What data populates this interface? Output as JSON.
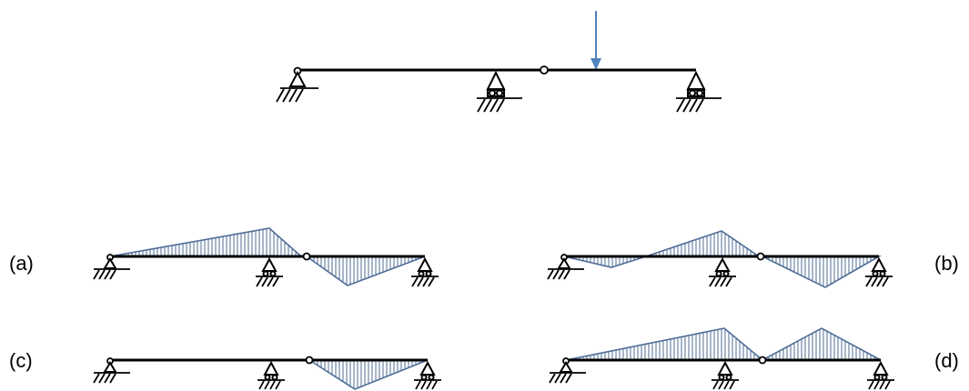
{
  "colors": {
    "load_arrow": "#4f81bd",
    "diagram_fill": "#b8cbe2",
    "diagram_outline": "#4f6d96",
    "beam": "#000000"
  },
  "labels": {
    "a": "(a)",
    "b": "(b)",
    "c": "(c)",
    "d": "(d)"
  }
}
